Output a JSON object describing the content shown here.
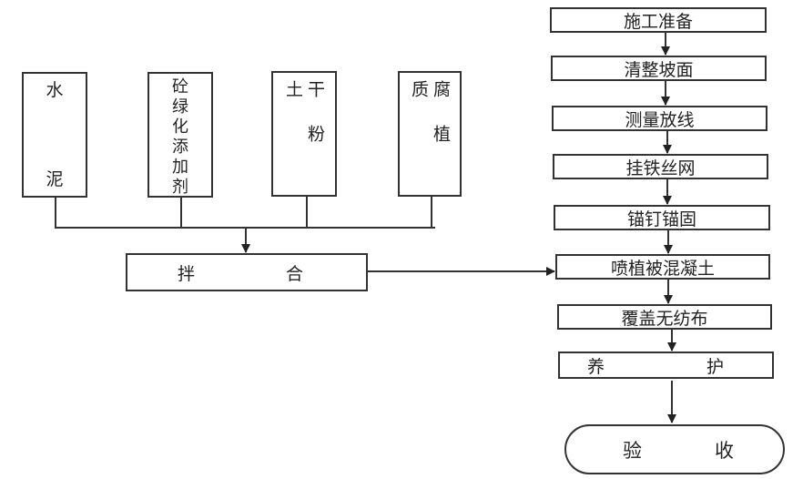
{
  "materials": [
    {
      "label": "水泥",
      "chars": [
        "水",
        "泥"
      ]
    },
    {
      "label": "砼绿化添加剂",
      "chars": [
        "砼",
        "绿",
        "化",
        "添",
        "加",
        "剂"
      ]
    },
    {
      "label": "干粉土",
      "chars": [
        "干",
        "粉",
        "土"
      ]
    },
    {
      "label": "腐植质",
      "chars": [
        "腐",
        "植",
        "质"
      ]
    }
  ],
  "mix": {
    "chars": [
      "拌",
      "合"
    ]
  },
  "steps": [
    "施工准备",
    "清整坡面",
    "测量放线",
    "挂铁丝网",
    "锚钉锚固",
    "喷植被混凝土",
    "覆盖无纺布"
  ],
  "curing": {
    "chars": [
      "养",
      "护"
    ]
  },
  "acceptance": {
    "chars": [
      "验",
      "收"
    ]
  },
  "colors": {
    "line": "#333333",
    "background": "#ffffff"
  }
}
